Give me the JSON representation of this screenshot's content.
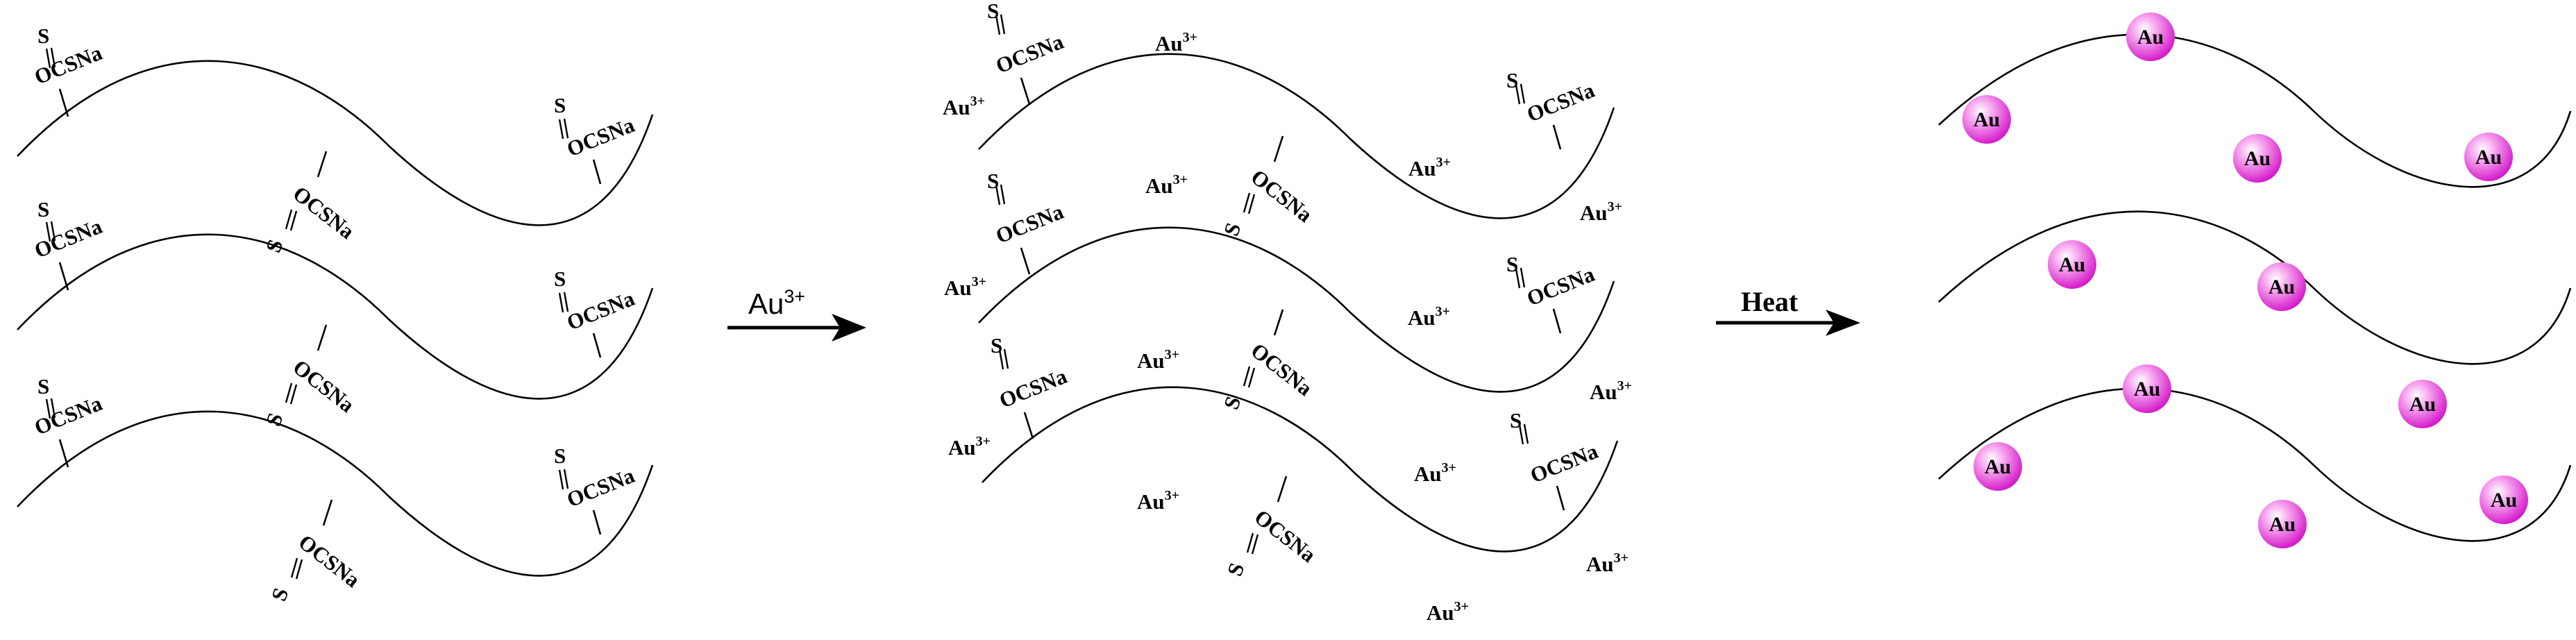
{
  "group": {
    "s": "S",
    "rest": "OCSNa"
  },
  "ion": {
    "base": "Au",
    "charge": "3+"
  },
  "arrow1": {
    "base": "Au",
    "charge": "3+"
  },
  "arrow2": {
    "label": "Heat"
  },
  "particle": {
    "label": "Au",
    "color": "#e020d0"
  }
}
